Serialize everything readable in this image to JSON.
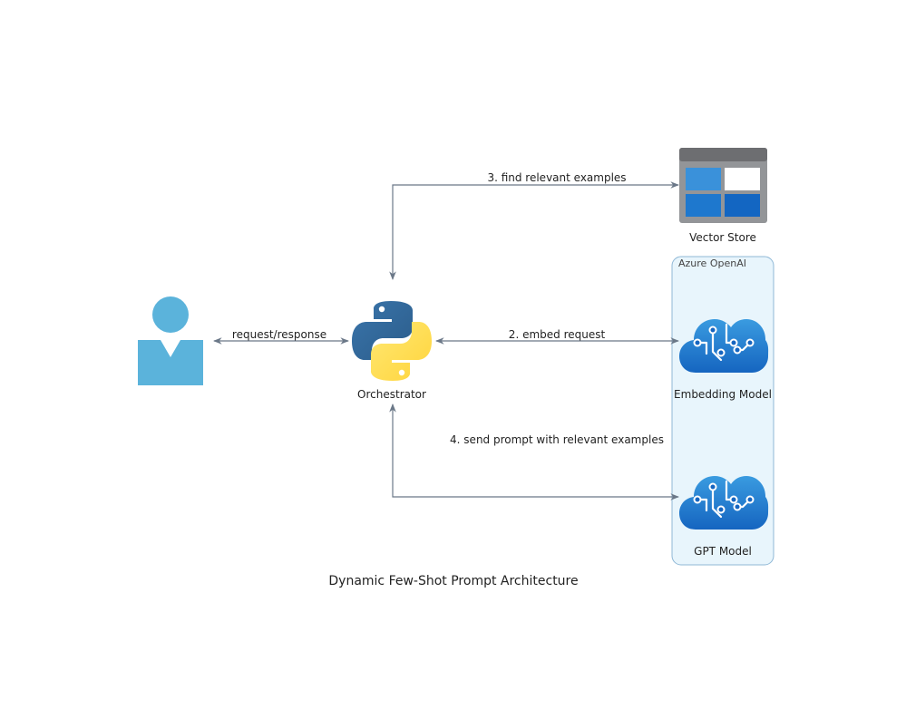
{
  "diagram": {
    "title": "Dynamic Few-Shot Prompt Architecture",
    "nodes": {
      "user": {
        "icon": "user-icon",
        "color": "#5BB3DB"
      },
      "orchestrator": {
        "label": "Orchestrator",
        "icon": "python-icon",
        "colors": [
          "#306998",
          "#FFD43B"
        ]
      },
      "vector_store": {
        "label": "Vector Store",
        "icon": "vector-store-icon"
      },
      "embedding_model": {
        "label": "Embedding Model",
        "icon": "ai-cloud-icon"
      },
      "gpt_model": {
        "label": "GPT Model",
        "icon": "ai-cloud-icon"
      }
    },
    "group": {
      "label": "Azure OpenAI",
      "fill": "#E8F5FC",
      "stroke": "#8FB8D6"
    },
    "edges": {
      "user_orchestrator": "request/response",
      "embed": "2. embed request",
      "find_examples": "3. find relevant examples",
      "send_prompt": "4. send prompt with relevant examples"
    },
    "edge_color": "#6B7888"
  }
}
